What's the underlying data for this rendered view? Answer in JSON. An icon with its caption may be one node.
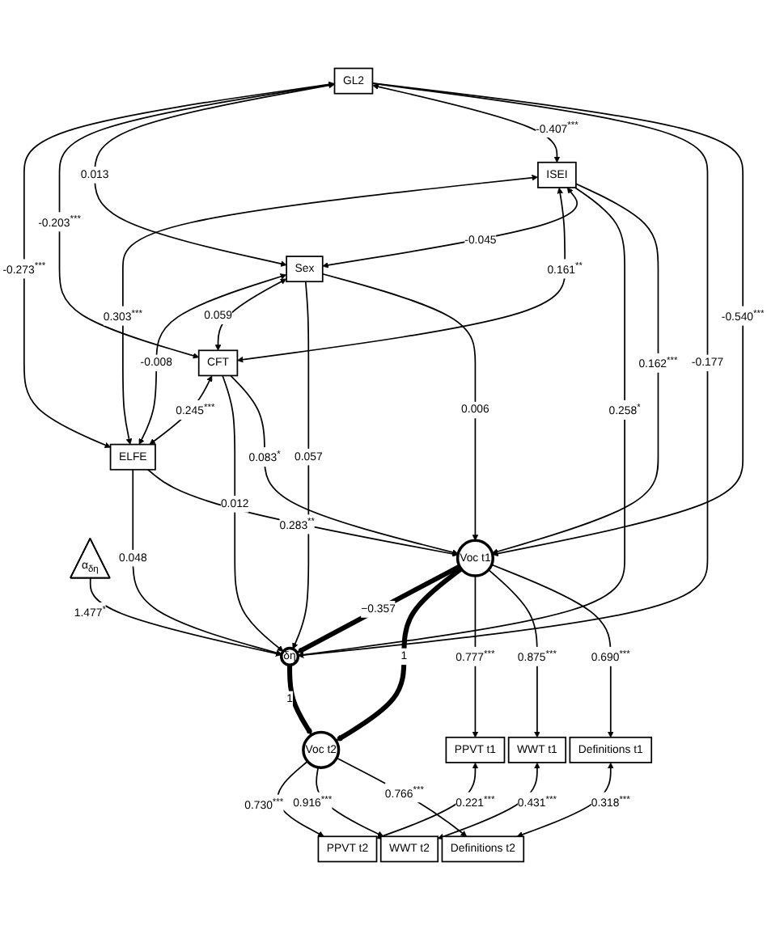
{
  "diagram": {
    "nodes": [
      {
        "text": [
          "GL2"
        ]
      },
      {
        "text": [
          "ISEI"
        ]
      },
      {
        "text": [
          "Sex"
        ]
      },
      {
        "text": [
          "CFT"
        ]
      },
      {
        "text": [
          "ELFE"
        ]
      },
      {
        "text": [
          "δη"
        ]
      },
      {
        "text": [
          "α$_{δη}$"
        ]
      },
      {
        "text": [
          "Voc t1"
        ]
      },
      {
        "text": [
          "Voc t2"
        ]
      },
      {
        "text": [
          "PPVT t1"
        ]
      },
      {
        "text": [
          "WWT t1"
        ]
      },
      {
        "text": [
          "Definitions t1"
        ]
      },
      {
        "text": [
          "PPVT t2"
        ]
      },
      {
        "text": [
          "WWT t2"
        ]
      },
      {
        "text": [
          "Definitions t2"
        ]
      }
    ],
    "edges": [
      {
        "from": 0,
        "to": 4,
        "arrow": "both",
        "label": "-0.273$^{***}$"
      },
      {
        "from": 0,
        "to": 3,
        "arrow": "both",
        "label": "-0.203$^{***}$"
      },
      {
        "from": 1,
        "to": 4,
        "arrow": "both",
        "label": "0.303$^{***}$"
      },
      {
        "from": 0,
        "to": 2,
        "arrow": "both",
        "label": "0.013"
      },
      {
        "from": 1,
        "to": 3,
        "arrow": "both",
        "label": "0.161$^{**}$"
      },
      {
        "from": 2,
        "to": 4,
        "arrow": "both",
        "label": "-0.008"
      },
      {
        "from": 0,
        "to": 1,
        "arrow": "both",
        "label": "-0.407$^{***}$"
      },
      {
        "from": 1,
        "to": 2,
        "arrow": "both",
        "label": "-0.045"
      },
      {
        "from": 2,
        "to": 3,
        "arrow": "both",
        "label": "0.059"
      },
      {
        "from": 3,
        "to": 4,
        "arrow": "both",
        "label": "0.245$^{***}$"
      },
      {
        "from": 0,
        "to": 5,
        "arrow": "to",
        "label": "-0.177"
      },
      {
        "from": 1,
        "to": 5,
        "arrow": "to",
        "label": "0.258$^{*}$"
      },
      {
        "from": 2,
        "to": 5,
        "arrow": "to",
        "label": "0.057"
      },
      {
        "from": 3,
        "to": 5,
        "arrow": "to",
        "label": "0.012"
      },
      {
        "from": 4,
        "to": 5,
        "arrow": "to",
        "label": "0.048"
      },
      {
        "from": 0,
        "to": 7,
        "arrow": "to",
        "label": "-0.540$^{***}$"
      },
      {
        "from": 1,
        "to": 7,
        "arrow": "to",
        "label": "0.162$^{***}$"
      },
      {
        "from": 2,
        "to": 7,
        "arrow": "to",
        "label": "0.006"
      },
      {
        "from": 3,
        "to": 7,
        "arrow": "to",
        "label": "0.083$^{*}$"
      },
      {
        "from": 4,
        "to": 7,
        "arrow": "to",
        "label": "0.283$^{**}$"
      },
      {
        "from": 6,
        "to": 5,
        "arrow": "to",
        "label": "1.477$^{*}$"
      },
      {
        "from": 7,
        "to": 5,
        "arrow": "to",
        "label": "−0.357",
        "style": "thick"
      },
      {
        "from": 5,
        "to": 8,
        "arrow": "to",
        "label": "1",
        "style": "thick"
      },
      {
        "from": 7,
        "to": 8,
        "arrow": "to",
        "label": "1",
        "style": "thick"
      },
      {
        "from": 7,
        "to": 9,
        "arrow": "to",
        "label": "0.777$^{***}$"
      },
      {
        "from": 7,
        "to": 10,
        "arrow": "to",
        "label": "0.875$^{***}$"
      },
      {
        "from": 7,
        "to": 11,
        "arrow": "to",
        "label": "0.690$^{***}$"
      },
      {
        "from": 8,
        "to": 12,
        "arrow": "to",
        "label": "0.730$^{***}$"
      },
      {
        "from": 8,
        "to": 13,
        "arrow": "to",
        "label": "0.916$^{***}$"
      },
      {
        "from": 8,
        "to": 14,
        "arrow": "to",
        "label": "0.766$^{***}$"
      },
      {
        "from": 9,
        "to": 12,
        "arrow": "both",
        "label": "0.221$^{***}$"
      },
      {
        "from": 10,
        "to": 13,
        "arrow": "both",
        "label": "0.431$^{***}$"
      },
      {
        "from": 11,
        "to": 14,
        "arrow": "both",
        "label": "0.318$^{***}$"
      }
    ]
  }
}
